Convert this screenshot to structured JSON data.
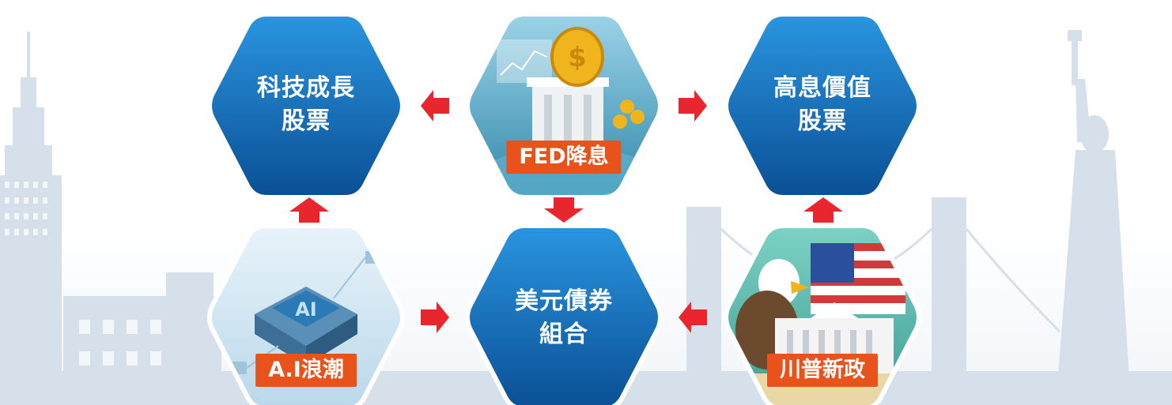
{
  "nodes": {
    "tech_growth": {
      "line1": "科技成長",
      "line2": "股票"
    },
    "fed": {
      "label": "FED降息"
    },
    "high_yield": {
      "line1": "高息價值",
      "line2": "股票"
    },
    "ai": {
      "label": "A.I浪潮",
      "chip_text": "AI"
    },
    "bond": {
      "line1": "美元債券",
      "line2": "組合"
    },
    "trump": {
      "label": "川普新政"
    }
  },
  "colors": {
    "hex_blue": "#1b7dd0",
    "hex_dark": "#0a4f94",
    "arrow_red": "#e8262e",
    "label_orange": "#e8531c",
    "skyline": "#d5e0ea"
  },
  "icons": [
    "coin-dollar-icon",
    "ai-chip-icon",
    "eagle-icon",
    "us-flag-icon",
    "white-house-icon"
  ]
}
